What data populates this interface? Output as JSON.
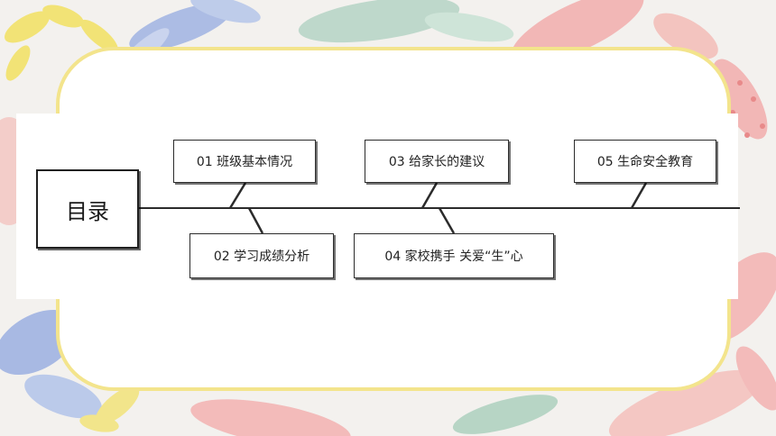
{
  "title": "目录",
  "items": [
    {
      "label": "01 班级基本情况"
    },
    {
      "label": "02 学习成绩分析"
    },
    {
      "label": "03 给家长的建议"
    },
    {
      "label": "04 家校携手 关爱“生”心"
    },
    {
      "label": "05 生命安全教育"
    }
  ],
  "colors": {
    "frame_border": "#f3e48c",
    "line": "#2b2b2b",
    "leaf_yellow": "#f2e26a",
    "leaf_blue": "#8fa7e0",
    "leaf_pink": "#f2a4a4",
    "leaf_green": "#9cc9b4"
  }
}
